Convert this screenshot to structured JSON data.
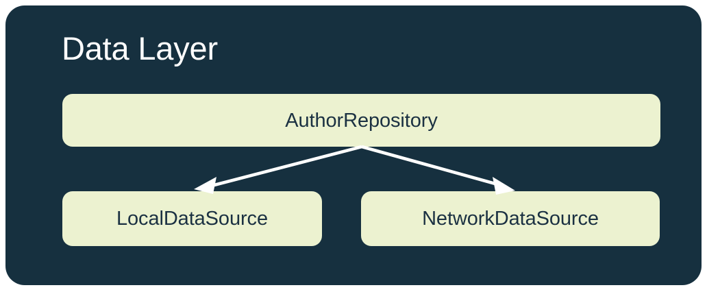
{
  "diagram": {
    "title": "Data Layer",
    "background_color": "#16303F",
    "page_background": "#FFFFFF",
    "node_fill": "#ECF2D0",
    "node_text_color": "#1B3142",
    "title_color": "#FFFFFF",
    "edge_color": "#FFFFFF",
    "nodes": [
      {
        "id": "repository",
        "label": "AuthorRepository",
        "row": "top"
      },
      {
        "id": "local",
        "label": "LocalDataSource",
        "row": "bottom"
      },
      {
        "id": "network",
        "label": "NetworkDataSource",
        "row": "bottom"
      }
    ],
    "edges": [
      {
        "from": "repository",
        "to": "local",
        "arrow": "open",
        "direction": "down-left"
      },
      {
        "from": "repository",
        "to": "network",
        "arrow": "open",
        "direction": "down-right"
      }
    ]
  }
}
